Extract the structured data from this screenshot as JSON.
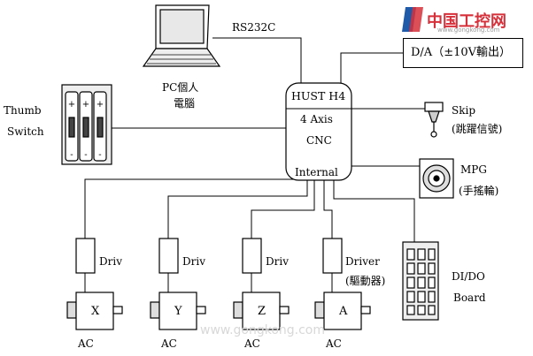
{
  "watermark": {
    "cn_logo": "中国工控网",
    "url_small": "www.gongkong.com",
    "url_center": "www.gongkong.com"
  },
  "cnc": {
    "title": "HUST H4",
    "line1": "4 Axis",
    "line2": "CNC",
    "internal": "Internal"
  },
  "labels": {
    "rs232c": "RS232C",
    "pc_line1": "PC個人",
    "pc_line2": "電腦",
    "thumb_line1": "Thumb",
    "thumb_line2": "Switch",
    "da": "D/A（±10V輸出）",
    "skip_line1": "Skip",
    "skip_line2": "(跳躍信號)",
    "mpg_line1": "MPG",
    "mpg_line2": "(手搖輪)",
    "didio_line1": "DI/DO",
    "didio_line2": "Board"
  },
  "axes": [
    {
      "driver": "Driv",
      "driver_sub": "",
      "axis": "X",
      "motor": "AC"
    },
    {
      "driver": "Driv",
      "driver_sub": "",
      "axis": "Y",
      "motor": "AC"
    },
    {
      "driver": "Driv",
      "driver_sub": "",
      "axis": "Z",
      "motor": "AC"
    },
    {
      "driver": "Driver",
      "driver_sub": "(驅動器)",
      "axis": "A",
      "motor": "AC"
    }
  ]
}
